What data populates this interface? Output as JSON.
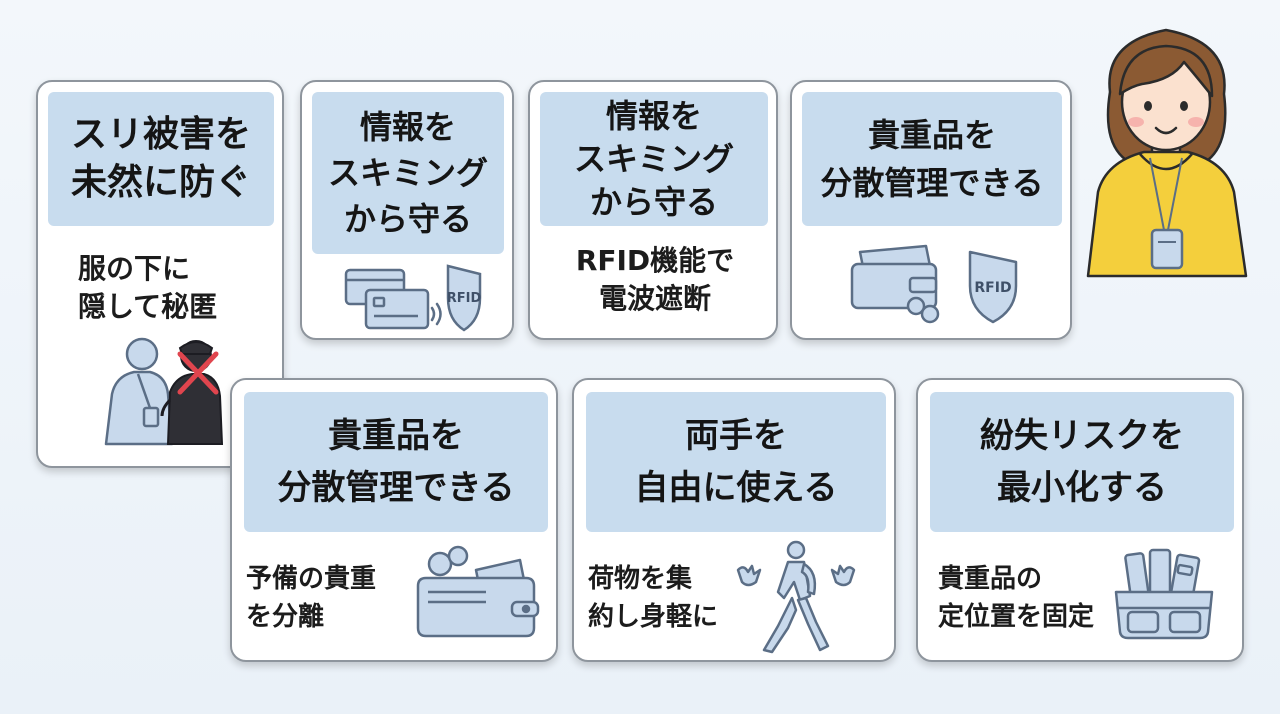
{
  "cards": [
    {
      "id": "c1",
      "title": "スリ被害を\n未然に防ぐ",
      "text": "服の下に\n隠して秘匿"
    },
    {
      "id": "c2",
      "title": "情報を\nスキミング\nから守る",
      "text": "",
      "badge": "RFID"
    },
    {
      "id": "c3",
      "title": "情報を\nスキミング\nから守る",
      "text": "RFID機能で\n電波遮断"
    },
    {
      "id": "c4",
      "title": "貴重品を\n分散管理できる",
      "text": "",
      "badge": "RFID"
    },
    {
      "id": "c5",
      "title": "貴重品を\n分散管理できる",
      "text": "予備の貴重\nを分離"
    },
    {
      "id": "c6",
      "title": "両手を\n自由に使える",
      "text": "荷物を集\n約し身軽に"
    },
    {
      "id": "c7",
      "title": "紛失リスクを\n最小化する",
      "text": "貴重品の\n定位置を固定"
    }
  ],
  "colors": {
    "header": "#c8dcee",
    "border": "#8e959d",
    "icon_fill": "#c8d9ec",
    "icon_stroke": "#5b6e86",
    "jacket": "#f4cf3c",
    "cross": "#e0454e"
  }
}
